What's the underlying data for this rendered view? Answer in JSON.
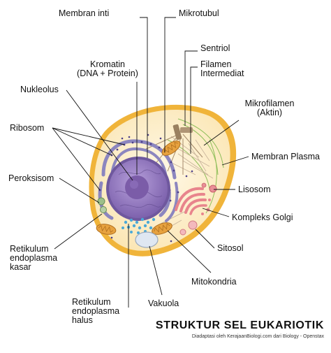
{
  "title": "STRUKTUR SEL EUKARIOTIK",
  "credit": "Diadaptasi oleh KerajaanBiologi.com dari Biology - Openstax",
  "labels": {
    "membran_inti": "Membran inti",
    "mikrotubul": "Mikrotubul",
    "sentriol": "Sentriol",
    "filamen_1": "Filamen",
    "filamen_2": "Intermediat",
    "kromatin_1": "Kromatin",
    "kromatin_2": "(DNA + Protein)",
    "nukleolus": "Nukleolus",
    "mikrofilamen_1": "Mikrofilamen",
    "mikrofilamen_2": "(Aktin)",
    "ribosom": "Ribosom",
    "membran_plasma": "Membran Plasma",
    "peroksisom": "Peroksisom",
    "lisosom": "Lisosom",
    "kompleks_golgi": "Kompleks Golgi",
    "rek_1": "Retikulum",
    "rek_2": "endoplasma",
    "rek_3": "kasar",
    "sitosol": "Sitosol",
    "mitokondria": "Mitokondria",
    "vakuola": "Vakuola",
    "reh_1": "Retikulum",
    "reh_2": "endoplasma",
    "reh_3": "halus"
  },
  "colors": {
    "membrane": "#f0b43a",
    "cytoplasm": "#fdf1d6",
    "nucleus": "#9a7ec4",
    "nucleolus": "#7b5ca8",
    "rough_er": "#8c86bf",
    "smooth_er": "#4aa9d8",
    "mitochondria": "#e7a23f",
    "golgi": "#e8848c",
    "lysosome": "#e98f97",
    "peroxisome": "#9cbf8a",
    "vacuole": "#dfe7f2",
    "microfilament": "#8fbf5a",
    "leader": "#111111"
  }
}
